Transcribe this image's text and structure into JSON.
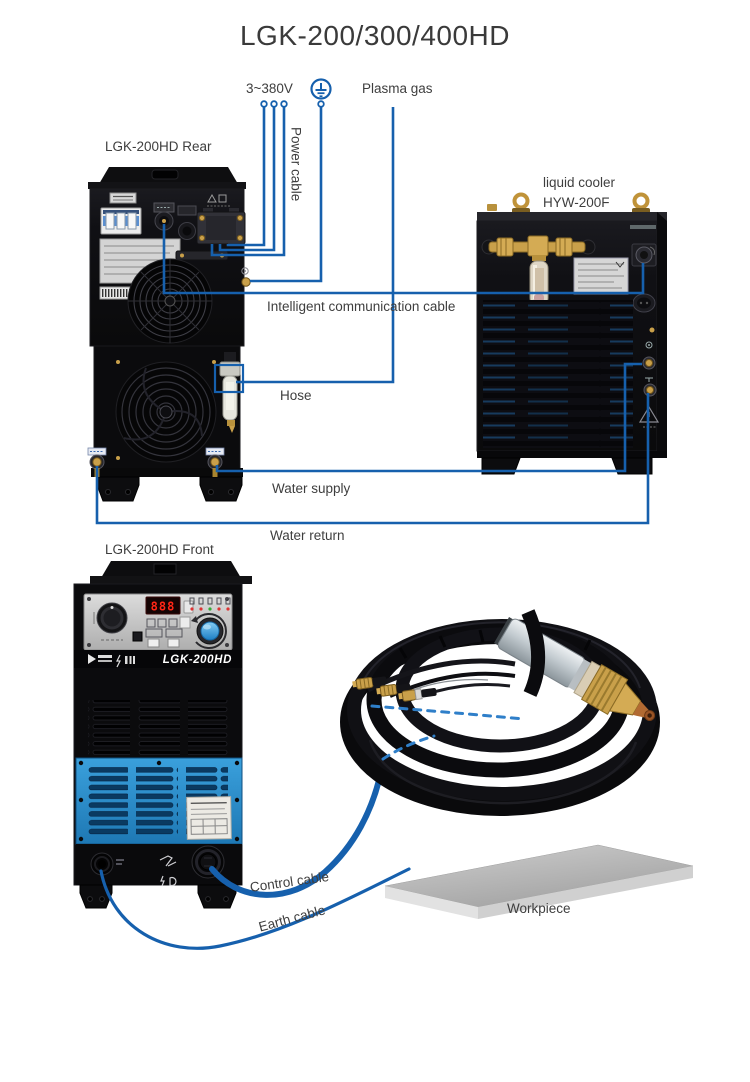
{
  "title": "LGK-200/300/400HD",
  "annotations": {
    "power_supply": "3~380V",
    "plasma_gas": "Plasma gas",
    "power_cable": "Power cable",
    "comm_cable": "Intelligent communication cable",
    "hose": "Hose",
    "water_supply": "Water supply",
    "water_return": "Water return",
    "control_cable": "Control cable",
    "earth_cable": "Earth cable",
    "workpiece": "Workpiece"
  },
  "machines": {
    "rear": {
      "label": "LGK-200HD Rear"
    },
    "cooler": {
      "label_line1": "liquid cooler",
      "label_line2": "HYW-200F"
    },
    "front": {
      "label": "LGK-200HD Front",
      "brand": "LGK-200HD",
      "display": "888"
    }
  },
  "colors": {
    "line_blue": "#1660ad",
    "dash_blue": "#2f7fc9",
    "label_text": "#3e3e3e",
    "machine_black": "#0c0c0e",
    "panel_silver": "#c6c6c6",
    "front_panel_blue": "#2e94d0",
    "brass": "#c9a04a",
    "led_red": "#ff2616",
    "knob_blue": "#3aa0e8",
    "workpiece_gray": "#b9b9b9"
  }
}
